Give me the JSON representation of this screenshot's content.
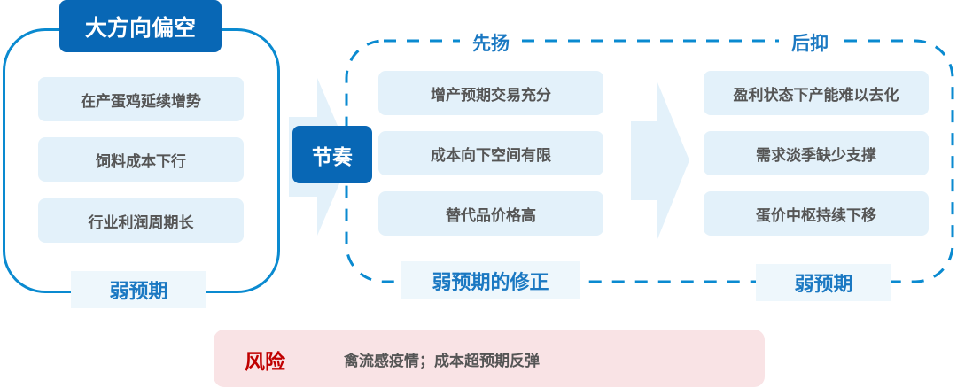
{
  "left": {
    "title": "大方向偏空",
    "items": [
      "在产蛋鸡延续增势",
      "饲料成本下行",
      "行业利润周期长"
    ],
    "footer": "弱预期"
  },
  "rhythm": "节奏",
  "rise": {
    "title": "先扬",
    "items": [
      "增产预期交易充分",
      "成本向下空间有限",
      "替代品价格高"
    ],
    "footer": "弱预期的修正"
  },
  "fall": {
    "title": "后抑",
    "items": [
      "盈利状态下产能难以去化",
      "需求淡季缺少支撑",
      "蛋价中枢持续下移"
    ],
    "footer": "弱预期"
  },
  "risk": {
    "label": "风险",
    "text": "禽流感疫情；成本超预期反弹"
  },
  "colors": {
    "primary": "#0867b5",
    "border": "#0a8ad0",
    "item_bg": "#e3f1fa",
    "risk_bg": "#f9e3e5",
    "risk_text": "#c00000"
  }
}
